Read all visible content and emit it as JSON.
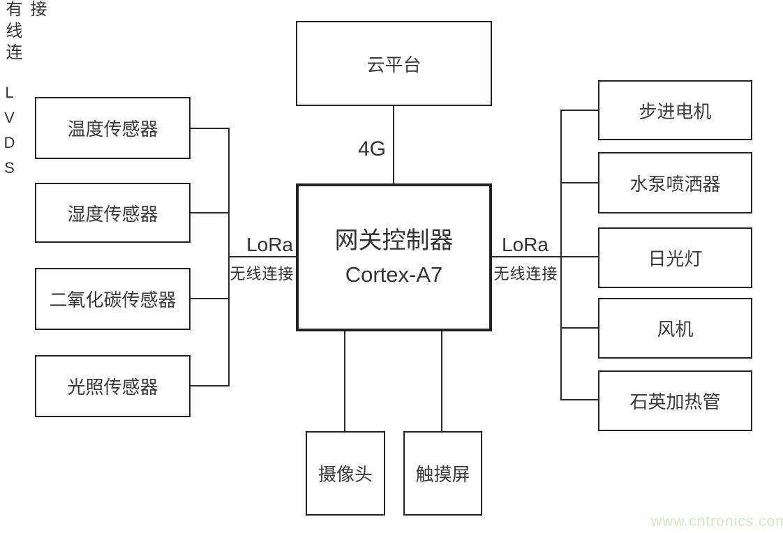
{
  "cloud_node": {
    "label": "云平台"
  },
  "center_node": {
    "title": "网关控制器",
    "subtitle": "Cortex-A7"
  },
  "links": {
    "cloud": "4G",
    "left": {
      "protocol": "LoRa",
      "mode": "无线连接"
    },
    "right": {
      "protocol": "LoRa",
      "mode": "无线连接"
    },
    "camera_link": "有线连接",
    "touchscreen_link": "LVDS"
  },
  "sensors": [
    "温度传感器",
    "湿度传感器",
    "二氧化碳传感器",
    "光照传感器"
  ],
  "actuators": [
    "步进电机",
    "水泵喷洒器",
    "日光灯",
    "风机",
    "石英加热管"
  ],
  "peripherals": [
    "摄像头",
    "触摸屏"
  ],
  "watermark": "www.cntronics.com"
}
